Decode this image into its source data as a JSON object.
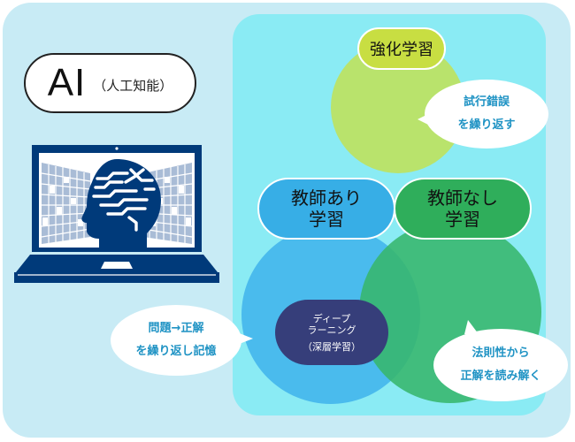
{
  "ai_label": {
    "main": "AI",
    "sub": "（人工知能）"
  },
  "colors": {
    "outer_bg": "#c8ebf5",
    "inner_bg": "#8aebf4",
    "reinforcement": "#c8de42",
    "reinforcement_circle": "#b9e36c",
    "supervised": "#37aee6",
    "unsupervised": "#2fae5b",
    "deep_learning": "#363e7a",
    "bubble_text": "#1f93c4",
    "laptop": "#003a7a"
  },
  "reinforcement": {
    "label": "強化学習",
    "bubble_line1": "試行錯誤",
    "bubble_line2": "を繰り返す"
  },
  "supervised": {
    "label_line1": "教師あり",
    "label_line2": "学習",
    "bubble_line1": "問題→正解",
    "bubble_line2": "を繰り返し記憶"
  },
  "unsupervised": {
    "label_line1": "教師なし",
    "label_line2": "学習",
    "bubble_line1": "法則性から",
    "bubble_line2": "正解を読み解く"
  },
  "deep_learning": {
    "line1": "ディープ",
    "line2": "ラーニング",
    "sub": "（深層学習）"
  },
  "icons": {
    "laptop": "laptop-ai-brain-icon"
  }
}
